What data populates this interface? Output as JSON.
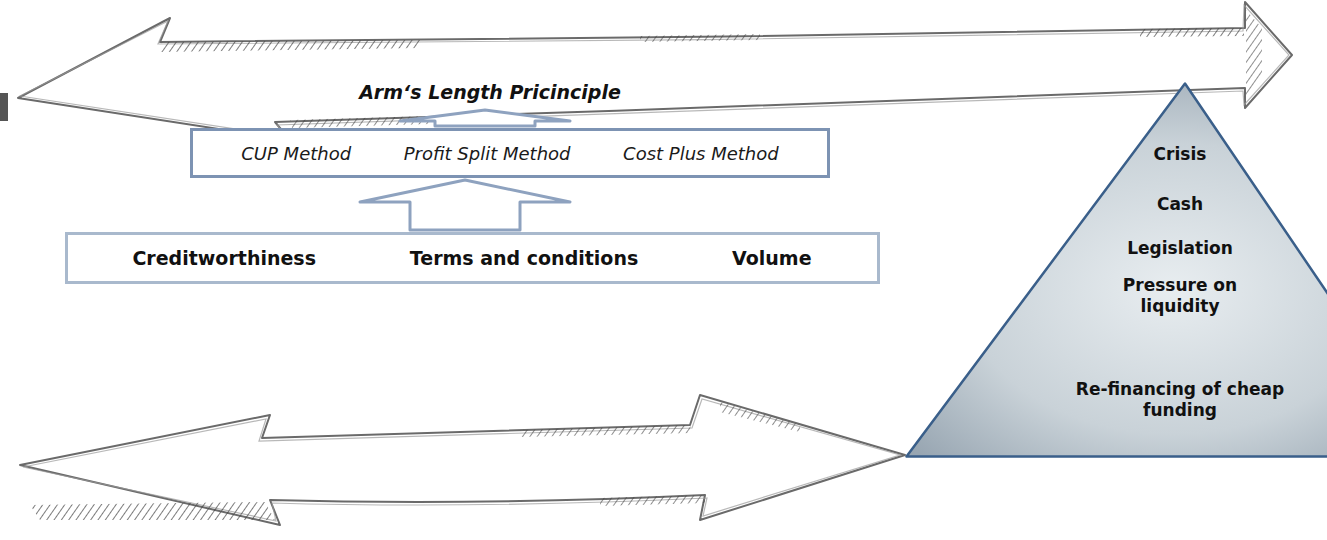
{
  "diagram": {
    "nodes": [
      {
        "text": [
          "CUP Method",
          "Profit Split Method",
          "Cost Plus Method"
        ]
      },
      {
        "text": [
          "Creditworthiness",
          "Terms and conditions",
          "Volume"
        ]
      },
      {
        "text": [
          "Crisis",
          "Cash",
          "Legislation",
          "Pressure on liquidity",
          "Re-financing of cheap funding"
        ]
      }
    ],
    "edges": [
      {
        "from": 1,
        "to": 0,
        "arrow": "to"
      }
    ],
    "labels": [
      "Arm‘s Length Pricinciple"
    ]
  }
}
